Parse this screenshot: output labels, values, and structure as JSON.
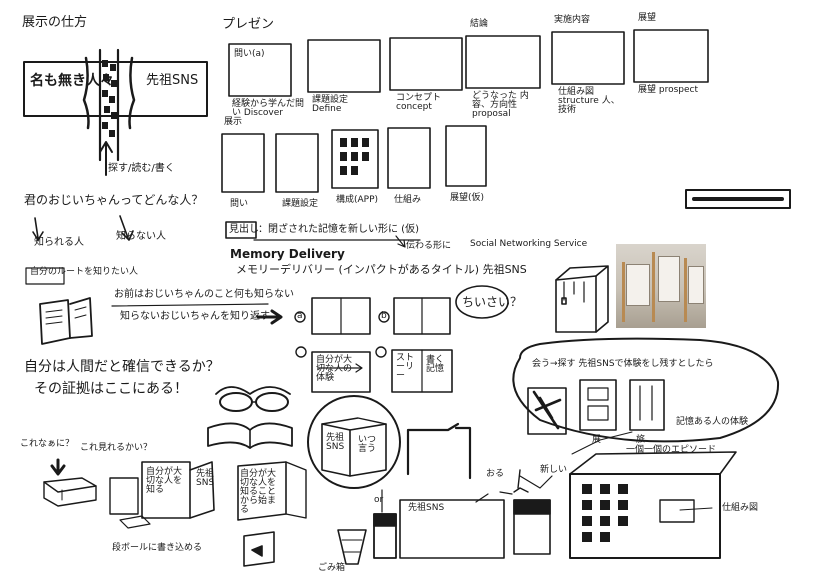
{
  "heading_exhibit": "展示の仕方",
  "central_left": "名も無き人々",
  "central_right": "先祖SNS",
  "central_tags": "探す/読む/書く",
  "question": "君のおじいちゃんってどんな人？",
  "answer_left": "知られる人",
  "answer_right": "知らない人",
  "phone_caption": "自分のルートを知りたい人",
  "grandpa_line": "お前はおじいちゃんのこと何も知らない",
  "grandpa_line2": "知らないおじいちゃんを知り返す",
  "option_a": "a",
  "option_b": "b",
  "chiisai": "ちいさい？",
  "bottom_q1": "自分は人間だと確信できるか？",
  "bottom_q2": "その証拠はここにある！",
  "kore_nani": "これなぁに？",
  "kore_nani2": "これ見れるかい？",
  "cardboard": "段ボールに書き込める",
  "trash": "ごみ箱",
  "presentation_title": "プレゼン",
  "flow_labels": [
    "結論",
    "実施内容",
    "展望"
  ],
  "frame1_inner": "問い(a)",
  "frames_row1": [
    "経験から学んだ問い Discover",
    "課題設定 Define",
    "コンセプト concept",
    "どうなった 内容、方向性 proposal",
    "仕組み図 structure 人、技術",
    "展望 prospect"
  ],
  "exhibit_row_title": "展示",
  "frames_row2": [
    "問い",
    "課題設定",
    "構成(APP)",
    "仕組み",
    "展望(仮)"
  ],
  "midashi_label": "見出し",
  "midashi_text": "：閉ざされた記憶を新しい形に (仮)",
  "tsutawaru": "伝わる形に",
  "sns_full": "Social Networking Service",
  "memory_delivery": "Memory Delivery",
  "memory_delivery_jp": "メモリーデリバリー (インパクトがあるタイトル) 先祖SNS",
  "bubble_text": "会う→探す  先祖SNSで体験をし残すとしたら",
  "bubble_labels": [
    "展",
    "旅",
    "記憶ある人の体験"
  ],
  "figure_label": "おる",
  "new_label": "新しい",
  "corner_text": "一個一個のエピソード",
  "structure_label": "仕組み図",
  "senzo_sns_box": "先祖SNS",
  "or_label": "or",
  "box_texts": [
    "自分が大切な人を知る",
    "先祖SNS",
    "自分が大切な人を知ることから始まる"
  ],
  "inner_notes": [
    "自分が大切な人の体験",
    "ストーリー",
    "先祖SNS",
    "いつ言う",
    "書く記憶"
  ]
}
